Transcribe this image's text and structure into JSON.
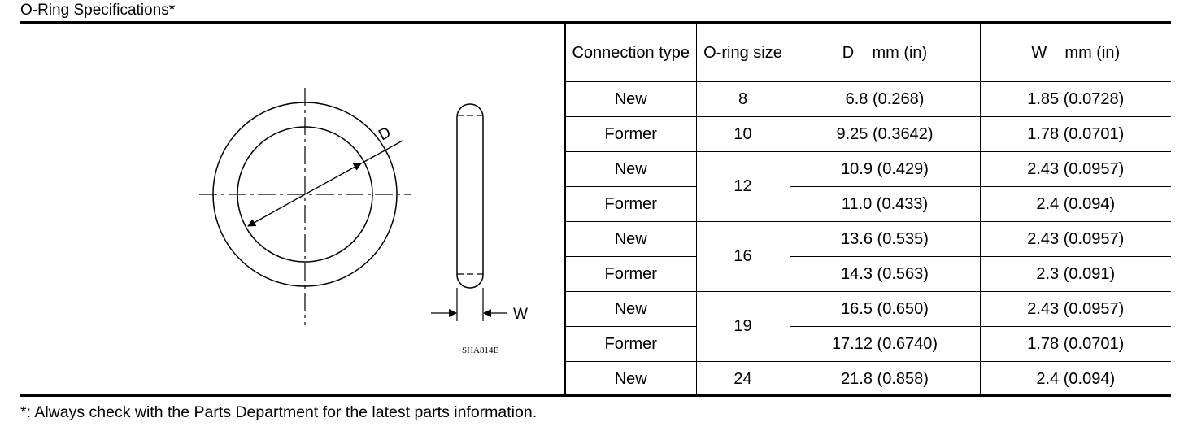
{
  "title": "O-Ring Specifications*",
  "figure": {
    "label_d": "D",
    "label_w": "W",
    "figure_code": "SHA814E"
  },
  "table": {
    "headers": {
      "connection_type": "Connection type",
      "oring_size": "O-ring size",
      "d": "D    mm (in)",
      "w": "W    mm (in)"
    },
    "rows": [
      {
        "type": "New",
        "size": "8",
        "d": "6.8 (0.268)",
        "w": "1.85 (0.0728)"
      },
      {
        "type": "Former",
        "size": "10",
        "d": "9.25 (0.3642)",
        "w": "1.78 (0.0701)"
      },
      {
        "type": "New",
        "size": "12",
        "d": "10.9 (0.429)",
        "w": "2.43 (0.0957)"
      },
      {
        "type": "Former",
        "size": "",
        "d": "11.0 (0.433)",
        "w": "2.4 (0.094)"
      },
      {
        "type": "New",
        "size": "16",
        "d": "13.6 (0.535)",
        "w": "2.43 (0.0957)"
      },
      {
        "type": "Former",
        "size": "",
        "d": "14.3 (0.563)",
        "w": "2.3 (0.091)"
      },
      {
        "type": "New",
        "size": "19",
        "d": "16.5 (0.650)",
        "w": "2.43 (0.0957)"
      },
      {
        "type": "Former",
        "size": "",
        "d": "17.12 (0.6740)",
        "w": "1.78 (0.0701)"
      },
      {
        "type": "New",
        "size": "24",
        "d": "21.8 (0.858)",
        "w": "2.4 (0.094)"
      }
    ]
  },
  "footnote": "*: Always check with the Parts Department for the latest parts information."
}
